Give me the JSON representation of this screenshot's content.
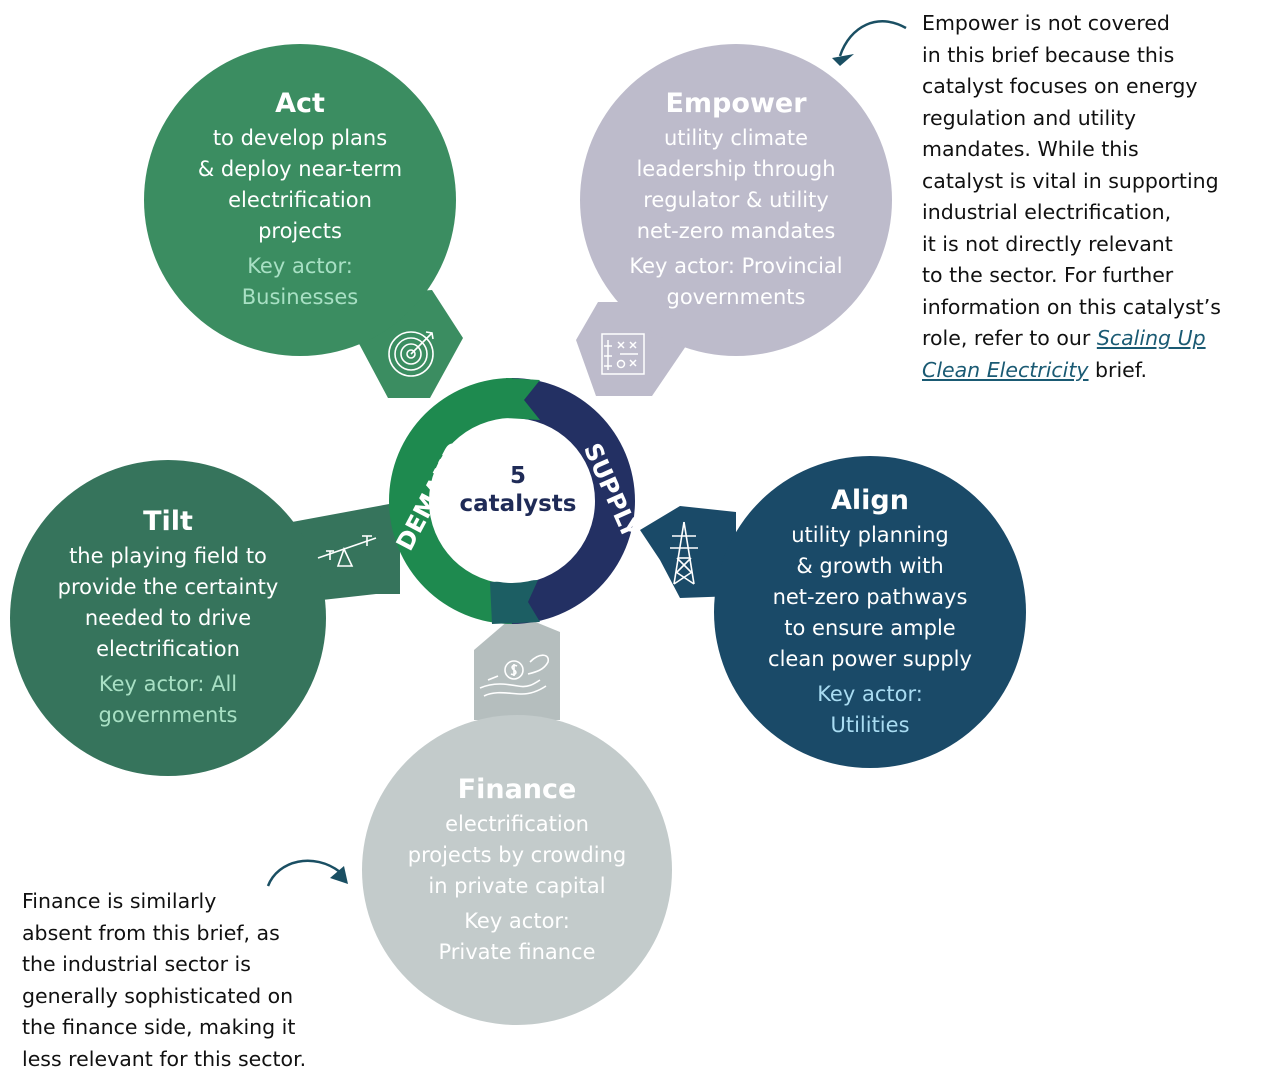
{
  "center": {
    "number": "5",
    "label": "catalysts"
  },
  "ring": {
    "demand_label": "DEMAND",
    "supply_label": "SUPPLY"
  },
  "catalysts": {
    "act": {
      "title": "Act",
      "desc": [
        "to develop plans",
        "& deploy near-term",
        "electrification",
        "projects"
      ],
      "actor": [
        "Key actor:",
        "Businesses"
      ],
      "icon": "target-icon"
    },
    "empower": {
      "title": "Empower",
      "desc": [
        "utility climate",
        "leadership through",
        "regulator & utility",
        "net-zero mandates"
      ],
      "actor": [
        "Key actor: Provincial",
        "governments"
      ],
      "icon": "strategy-plan-icon"
    },
    "tilt": {
      "title": "Tilt",
      "desc": [
        "the playing field to",
        "provide the certainty",
        "needed to drive",
        "electrification"
      ],
      "actor": [
        "Key actor: All",
        "governments"
      ],
      "icon": "seesaw-icon"
    },
    "align": {
      "title": "Align",
      "desc": [
        "utility planning",
        "& growth with",
        "net-zero pathways",
        "to ensure ample",
        "clean power supply"
      ],
      "actor": [
        "Key actor:",
        "Utilities"
      ],
      "icon": "transmission-tower-icon"
    },
    "finance": {
      "title": "Finance",
      "desc": [
        "electrification",
        "projects by crowding",
        "in private capital"
      ],
      "actor": [
        "Key actor:",
        "Private finance"
      ],
      "icon": "money-hand-icon"
    }
  },
  "notes": {
    "empower": {
      "lines": [
        "Empower is not covered",
        "in this brief because this",
        "catalyst focuses on energy",
        "regulation and utility",
        "mandates. While this",
        "catalyst is vital in supporting",
        "industrial electrification,",
        "it is not directly relevant",
        "to the sector. For further",
        "information on this catalyst’s",
        "role, refer to our"
      ],
      "link_line1": "Scaling Up",
      "link_line2": "Clean Electricity",
      "tail": " brief."
    },
    "finance": {
      "lines": [
        "Finance is similarly",
        "absent from this brief, as",
        "the industrial sector is",
        "generally sophisticated on",
        "the finance side, making it",
        "less relevant for this sector."
      ]
    }
  },
  "colors": {
    "act": "#3b8d61",
    "empower": "#bdbbcb",
    "tilt": "#36745c",
    "align": "#1a4a68",
    "finance": "#c3cbcb",
    "demand_ring": "#1e8a4f",
    "supply_ring": "#233063",
    "arrow": "#1a4f63"
  }
}
